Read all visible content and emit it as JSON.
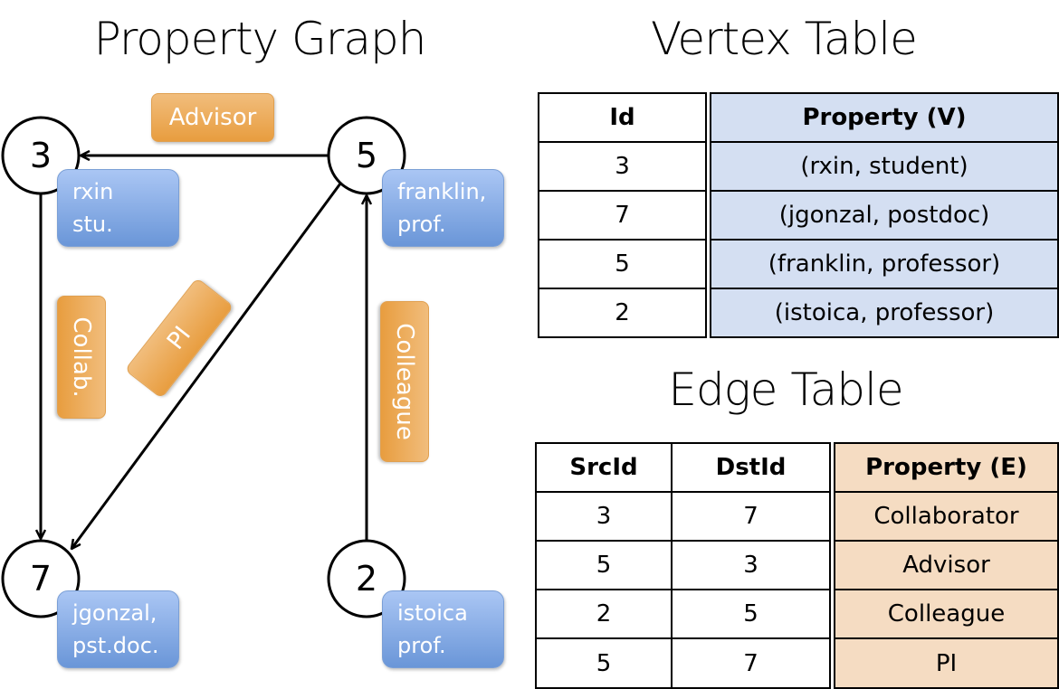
{
  "graph": {
    "title": "Property Graph",
    "nodes": [
      {
        "id": "3",
        "props": [
          "rxin",
          "stu."
        ]
      },
      {
        "id": "5",
        "props": [
          "franklin,",
          "prof."
        ]
      },
      {
        "id": "7",
        "props": [
          "jgonzal,",
          "pst.doc."
        ]
      },
      {
        "id": "2",
        "props": [
          "istoica",
          "prof."
        ]
      }
    ],
    "edges": [
      {
        "src": "5",
        "dst": "3",
        "label": "Advisor"
      },
      {
        "src": "3",
        "dst": "7",
        "label": "Collab."
      },
      {
        "src": "5",
        "dst": "7",
        "label": "PI"
      },
      {
        "src": "2",
        "dst": "5",
        "label": "Colleague"
      }
    ],
    "colors": {
      "vertex_property": "#7fa6e2",
      "edge_label": "#eca64c"
    }
  },
  "vertex_table": {
    "title": "Vertex Table",
    "headers": [
      "Id",
      "Property (V)"
    ],
    "rows": [
      [
        "3",
        "(rxin, student)"
      ],
      [
        "7",
        "(jgonzal, postdoc)"
      ],
      [
        "5",
        "(franklin, professor)"
      ],
      [
        "2",
        "(istoica, professor)"
      ]
    ],
    "color": "#d4dff2"
  },
  "edge_table": {
    "title": "Edge Table",
    "headers": [
      "SrcId",
      "DstId",
      "Property (E)"
    ],
    "rows": [
      [
        "3",
        "7",
        "Collaborator"
      ],
      [
        "5",
        "3",
        "Advisor"
      ],
      [
        "2",
        "5",
        "Colleague"
      ],
      [
        "5",
        "7",
        "PI"
      ]
    ],
    "color": "#f5dcc2"
  }
}
